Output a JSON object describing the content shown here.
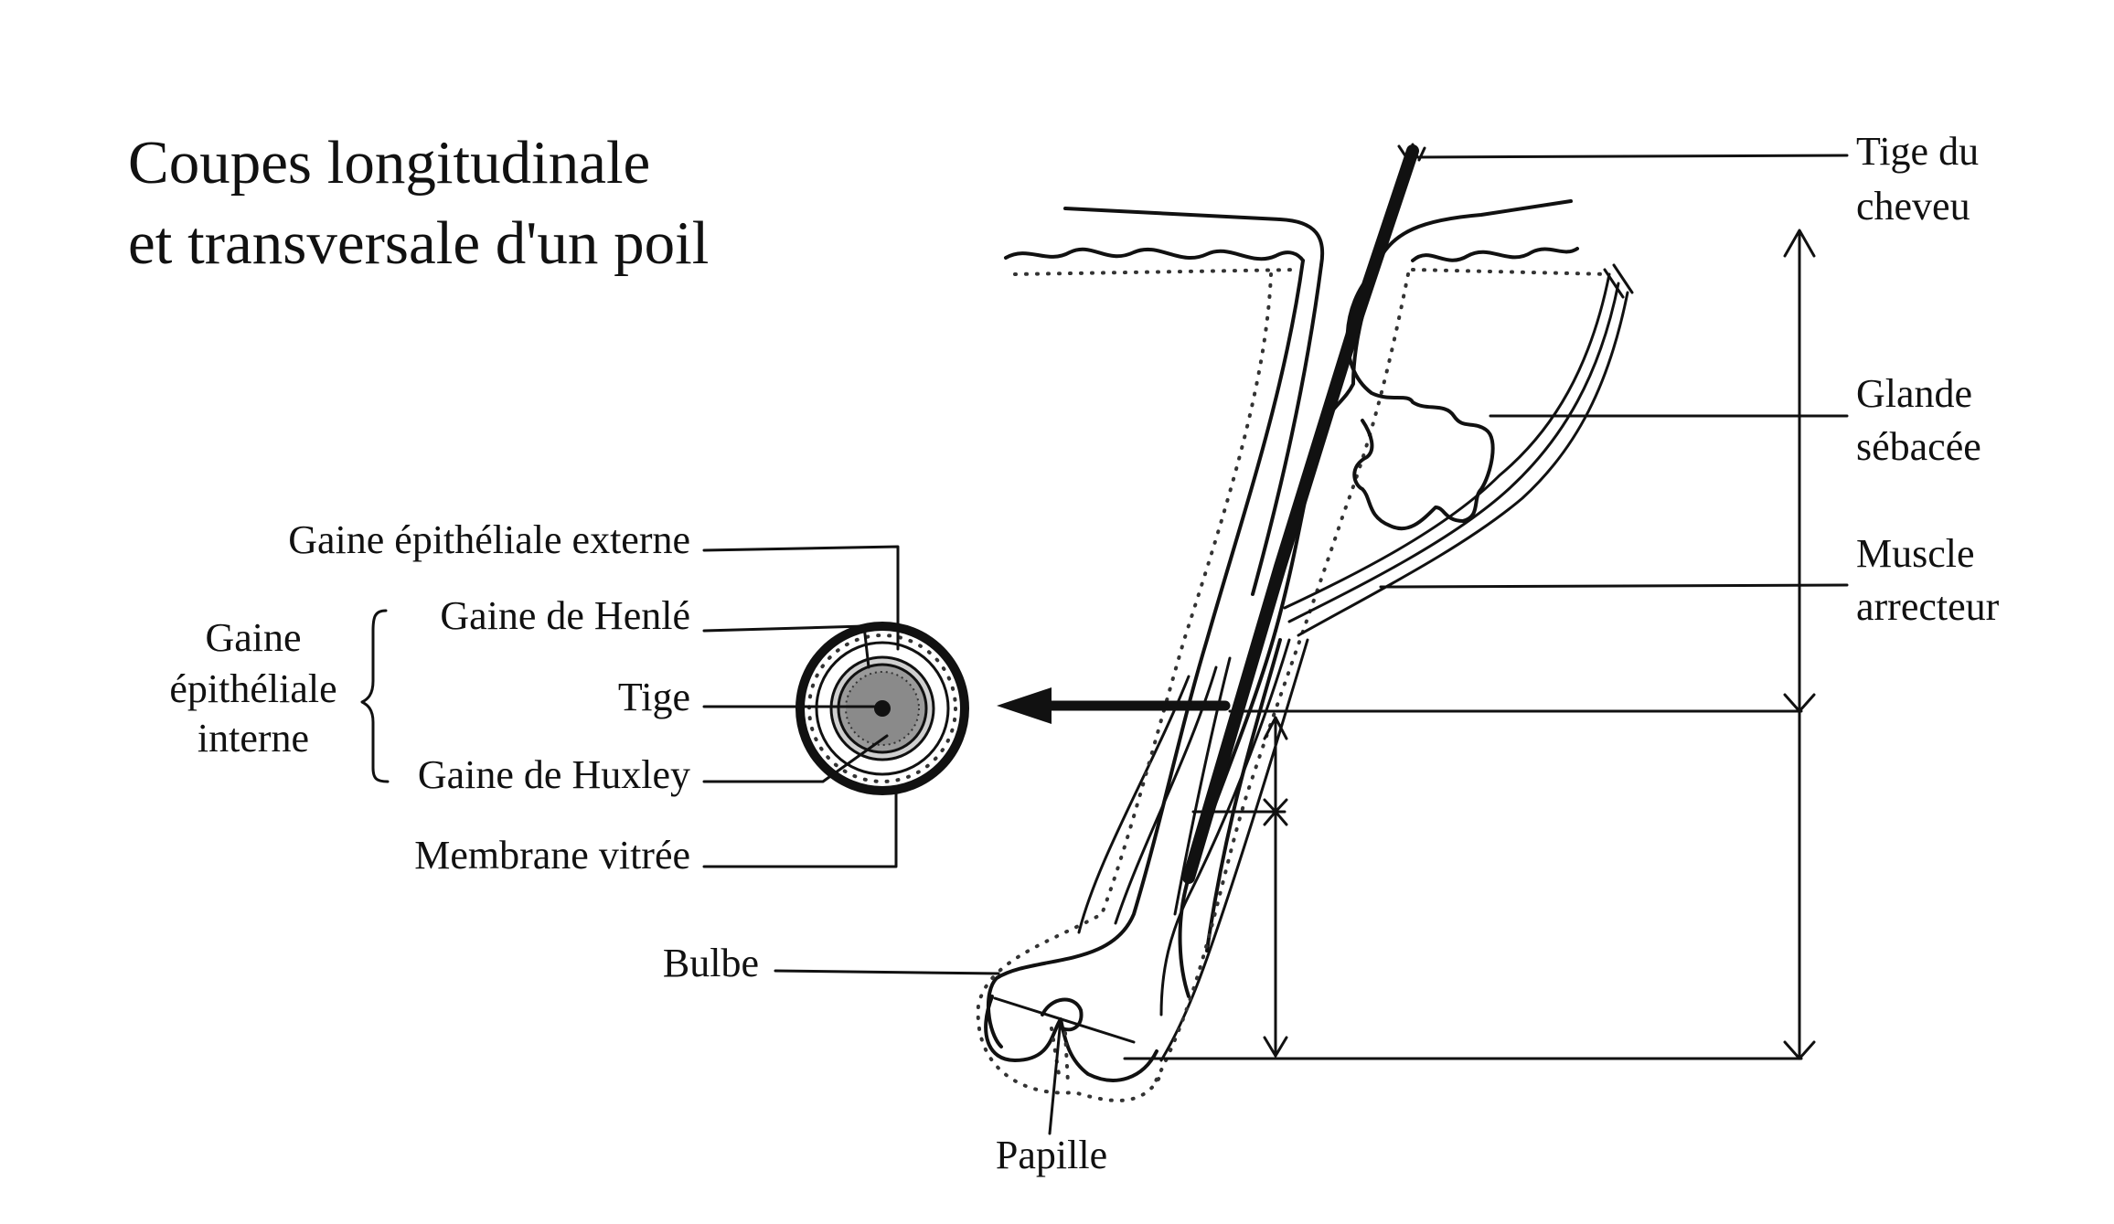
{
  "title": {
    "line1": "Coupes longitudinale",
    "line2": "et transversale d'un poil"
  },
  "labels": {
    "tige_du_cheveu": [
      "Tige du",
      "cheveu"
    ],
    "glande_sebacee": [
      "Glande",
      "sébacée"
    ],
    "muscle_arrecteur": [
      "Muscle",
      "arrecteur"
    ],
    "gaine_epitheliale_externe": "Gaine épithéliale externe",
    "gaine_epitheliale_interne": [
      "Gaine",
      "épithéliale",
      "interne"
    ],
    "gaine_de_henle": "Gaine de Henlé",
    "tige": "Tige",
    "gaine_de_huxley": "Gaine de Huxley",
    "membrane_vitree": "Membrane vitrée",
    "bulbe": "Bulbe",
    "papille": "Papille"
  },
  "colors": {
    "ink": "#111111",
    "shaft_fill": "#9a9a9a",
    "background": "#ffffff"
  }
}
